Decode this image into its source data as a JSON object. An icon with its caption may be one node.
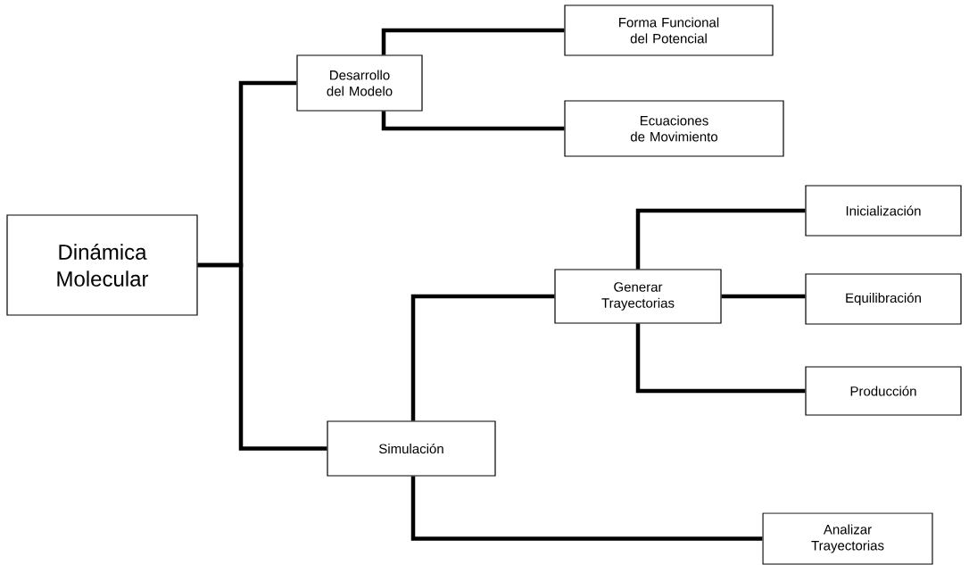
{
  "diagram": {
    "nodes": [
      {
        "text": [
          "Dinámica Molecular"
        ]
      },
      {
        "text": [
          "Desarrollo del Modelo"
        ]
      },
      {
        "text": [
          "Forma Funcional del Potencial"
        ]
      },
      {
        "text": [
          "Ecuaciones de Movimiento"
        ]
      },
      {
        "text": [
          "Simulación"
        ]
      },
      {
        "text": [
          "Generar Trayectorias"
        ]
      },
      {
        "text": [
          "Inicialización"
        ]
      },
      {
        "text": [
          "Equilibración"
        ]
      },
      {
        "text": [
          "Producción"
        ]
      },
      {
        "text": [
          "Analizar Trayectorias"
        ]
      }
    ],
    "edges": [
      {
        "from": 0,
        "to": 1,
        "arrow": "none"
      },
      {
        "from": 0,
        "to": 4,
        "arrow": "none"
      },
      {
        "from": 1,
        "to": 2,
        "arrow": "none"
      },
      {
        "from": 1,
        "to": 3,
        "arrow": "none"
      },
      {
        "from": 4,
        "to": 5,
        "arrow": "none"
      },
      {
        "from": 4,
        "to": 9,
        "arrow": "none"
      },
      {
        "from": 5,
        "to": 6,
        "arrow": "none"
      },
      {
        "from": 5,
        "to": 7,
        "arrow": "none"
      },
      {
        "from": 5,
        "to": 8,
        "arrow": "none"
      }
    ]
  }
}
